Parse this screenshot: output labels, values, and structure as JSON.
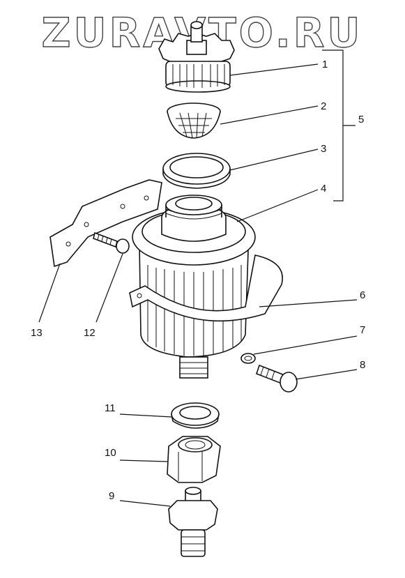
{
  "watermark": "ZURAVTO.RU",
  "parts": [
    {
      "id": "callout-1",
      "label": "1"
    },
    {
      "id": "callout-2",
      "label": "2"
    },
    {
      "id": "callout-3",
      "label": "3"
    },
    {
      "id": "callout-4",
      "label": "4"
    },
    {
      "id": "callout-5",
      "label": "5"
    },
    {
      "id": "callout-6",
      "label": "6"
    },
    {
      "id": "callout-7",
      "label": "7"
    },
    {
      "id": "callout-8",
      "label": "8"
    },
    {
      "id": "callout-9",
      "label": "9"
    },
    {
      "id": "callout-10",
      "label": "10"
    },
    {
      "id": "callout-11",
      "label": "11"
    },
    {
      "id": "callout-12",
      "label": "12"
    },
    {
      "id": "callout-13",
      "label": "13"
    }
  ],
  "colors": {
    "ink": "#111111",
    "paper": "#ffffff"
  }
}
